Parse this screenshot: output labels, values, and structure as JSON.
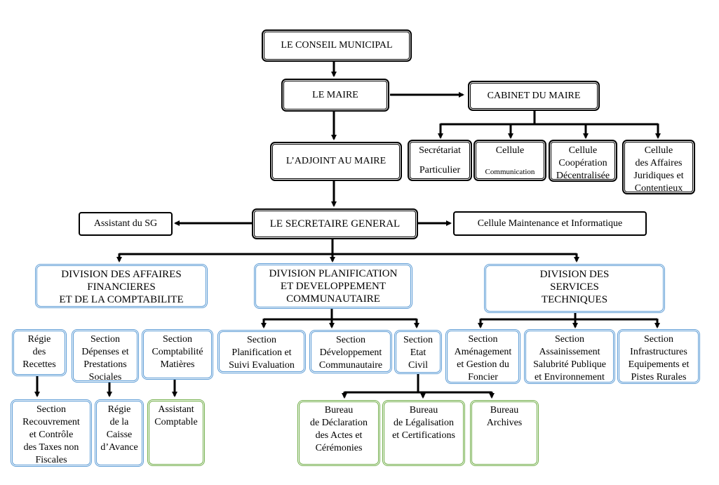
{
  "boxes": {
    "conseil": "LE CONSEIL MUNICIPAL",
    "maire": "LE MAIRE",
    "cabinet": "CABINET DU MAIRE",
    "adjoint": "L’ADJOINT AU MAIRE",
    "secretariat": {
      "l1": "Secrétariat",
      "l2": "Particulier"
    },
    "cellule_comm": {
      "l1": "Cellule",
      "l2": "Communication"
    },
    "cellule_coop": {
      "l1": "Cellule",
      "l2": "Coopération",
      "l3": "Décentralisée"
    },
    "cellule_jur": {
      "l1": "Cellule",
      "l2": "des Affaires",
      "l3": "Juridiques et",
      "l4": "Contentieux"
    },
    "sg": "LE SECRETAIRE GENERAL",
    "assistant_sg": "Assistant du SG",
    "maintenance": "Cellule Maintenance et Informatique",
    "div_fin": {
      "l1": "DIVISION DES AFFAIRES",
      "l2": "FINANCIERES",
      "l3": "ET DE LA COMPTABILITE"
    },
    "div_plan": {
      "l1": "DIVISION PLANIFICATION",
      "l2": "ET DEVELOPPEMENT",
      "l3": "COMMUNAUTAIRE"
    },
    "div_tech": {
      "l1": "DIVISION DES",
      "l2": "SERVICES",
      "l3": "TECHNIQUES"
    },
    "regie_recettes": {
      "l1": "Régie",
      "l2": "des",
      "l3": "Recettes"
    },
    "sec_depenses": {
      "l1": "Section",
      "l2": "Dépenses et",
      "l3": "Prestations",
      "l4": "Sociales"
    },
    "sec_compta": {
      "l1": "Section",
      "l2": "Comptabilité",
      "l3": "Matières"
    },
    "sec_planif": {
      "l1": "Section",
      "l2": "Planification et",
      "l3": "Suivi Evaluation"
    },
    "sec_dev": {
      "l1": "Section",
      "l2": "Développement",
      "l3": "Communautaire"
    },
    "sec_etat": {
      "l1": "Section",
      "l2": "Etat",
      "l3": "Civil"
    },
    "sec_amen": {
      "l1": "Section",
      "l2": "Aménagement",
      "l3": "et Gestion du",
      "l4": "Foncier"
    },
    "sec_assain": {
      "l1": "Section",
      "l2": "Assainissement",
      "l3": "Salubrité Publique",
      "l4": "et Environnement"
    },
    "sec_infra": {
      "l1": "Section",
      "l2": "Infrastructures",
      "l3": "Equipements et",
      "l4": "Pistes Rurales"
    },
    "sec_recouv": {
      "l1": "Section",
      "l2": "Recouvrement",
      "l3": "et Contrôle",
      "l4": "des Taxes non",
      "l5": "Fiscales"
    },
    "regie_caisse": {
      "l1": "Régie",
      "l2": "de la",
      "l3": "Caisse",
      "l4": "d’Avance"
    },
    "assistant_compta": {
      "l1": "Assistant",
      "l2": "Comptable"
    },
    "bur_decl": {
      "l1": "Bureau",
      "l2": "de Déclaration",
      "l3": "des Actes et",
      "l4": "Cérémonies"
    },
    "bur_legal": {
      "l1": "Bureau",
      "l2": "de Légalisation",
      "l3": "et Certifications"
    },
    "bur_arch": {
      "l1": "Bureau",
      "l2": "Archives"
    }
  }
}
